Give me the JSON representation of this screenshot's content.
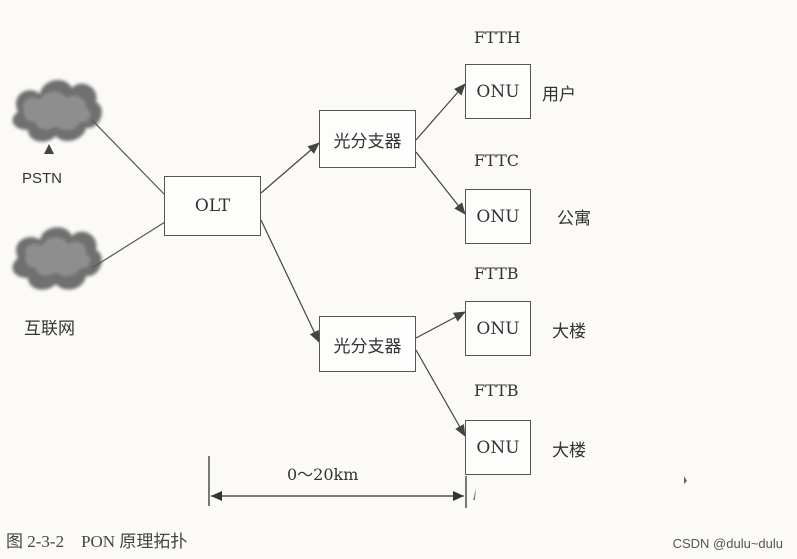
{
  "nodes": {
    "olt": "OLT",
    "splitter_1": "光分支器",
    "splitter_2": "光分支器",
    "onu_1": "ONU",
    "onu_2": "ONU",
    "onu_3": "ONU",
    "onu_4": "ONU"
  },
  "networks": {
    "pstn": "PSTN",
    "internet": "互联网"
  },
  "access_types": [
    "FTTH",
    "FTTC",
    "FTTB",
    "FTTB"
  ],
  "endpoints": [
    "用户",
    "公寓",
    "大楼",
    "大楼"
  ],
  "distance": "0～20km",
  "caption": "图 2-3-2　PON 原理拓扑",
  "watermark": "CSDN @dulu~dulu"
}
